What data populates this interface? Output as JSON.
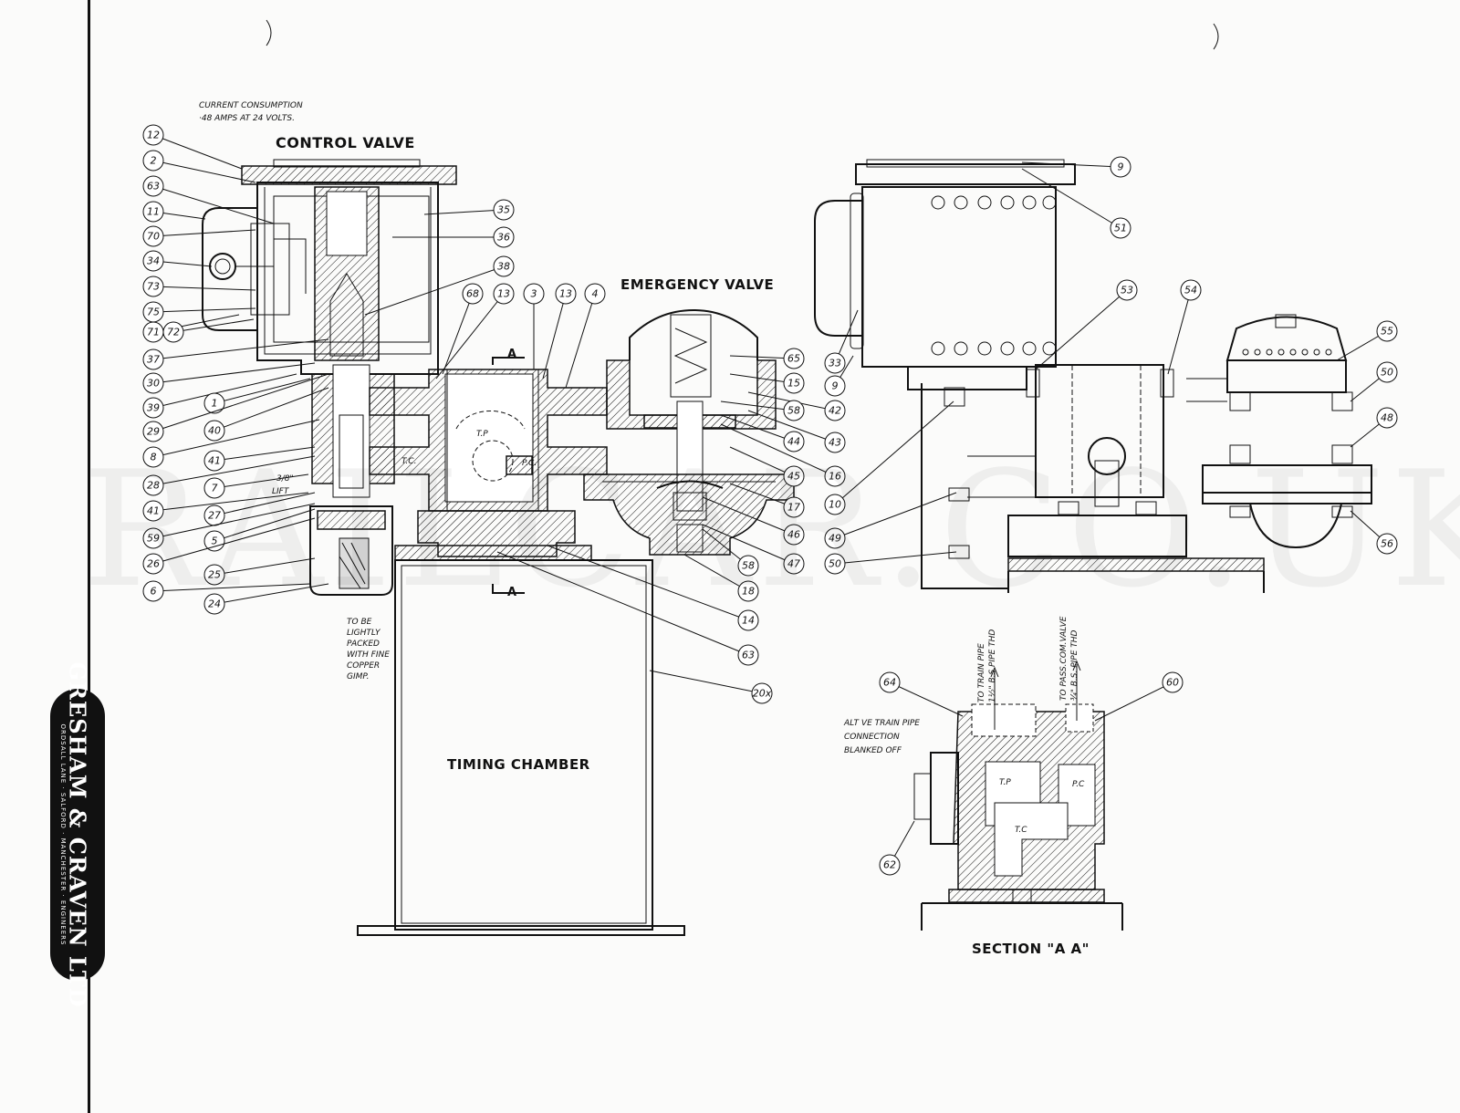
{
  "notes": {
    "current_line1": "CURRENT CONSUMPTION",
    "current_line2": "·48 AMPS AT 24 VOLTS."
  },
  "titles": {
    "control_valve": "CONTROL VALVE",
    "emergency_valve": "EMERGENCY VALVE",
    "timing_chamber": "TIMING CHAMBER",
    "section_aa": "SECTION \"A A\""
  },
  "labels": {
    "tp": "T.P",
    "tc": "T.C.",
    "pc": "P.C.",
    "section_a_top": "A",
    "section_a_bottom": "A",
    "lift": "LIFT",
    "lift_frac": "3/8\"",
    "gimp_note": [
      "TO BE",
      "LIGHTLY",
      "PACKED",
      "WITH FINE",
      "COPPER",
      "GIMP."
    ],
    "sec_tp": "T.P",
    "sec_pc": "P.C",
    "sec_tc": "T.C",
    "alt_note": [
      "ALT VE TRAIN PIPE",
      "CONNECTION",
      "BLANKED OFF"
    ],
    "to_train_pipe": [
      "TO TRAIN PIPE",
      "1½\" B.S PIPE THD"
    ],
    "to_pass_com": [
      "TO PASS.COM.VALVE",
      "¾\" B.S. PIPE THD"
    ]
  },
  "callouts_left": [
    "12",
    "2",
    "63",
    "11",
    "70",
    "34",
    "73",
    "75",
    "71",
    "72",
    "37",
    "30",
    "39",
    "1",
    "29",
    "40",
    "8",
    "41",
    "28",
    "7",
    "41",
    "27",
    "59",
    "5",
    "26",
    "25",
    "6",
    "24"
  ],
  "callouts_center": [
    "68",
    "13",
    "3",
    "13",
    "4",
    "35",
    "36",
    "38",
    "65",
    "15",
    "42",
    "58",
    "43",
    "44",
    "16",
    "45",
    "17",
    "46",
    "47",
    "58",
    "18",
    "14",
    "63",
    "20x"
  ],
  "callouts_right": [
    "9",
    "51",
    "53",
    "54",
    "55",
    "50",
    "48",
    "33",
    "9",
    "10",
    "49",
    "50",
    "56",
    "64",
    "60",
    "62"
  ],
  "watermark": "RAILCAR.CO.UK",
  "logo": {
    "name": "GRESHAM & CRAVEN LTD",
    "sub": "ORDSALL LANE · SALFORD · MANCHESTER · ENGINEERS"
  }
}
